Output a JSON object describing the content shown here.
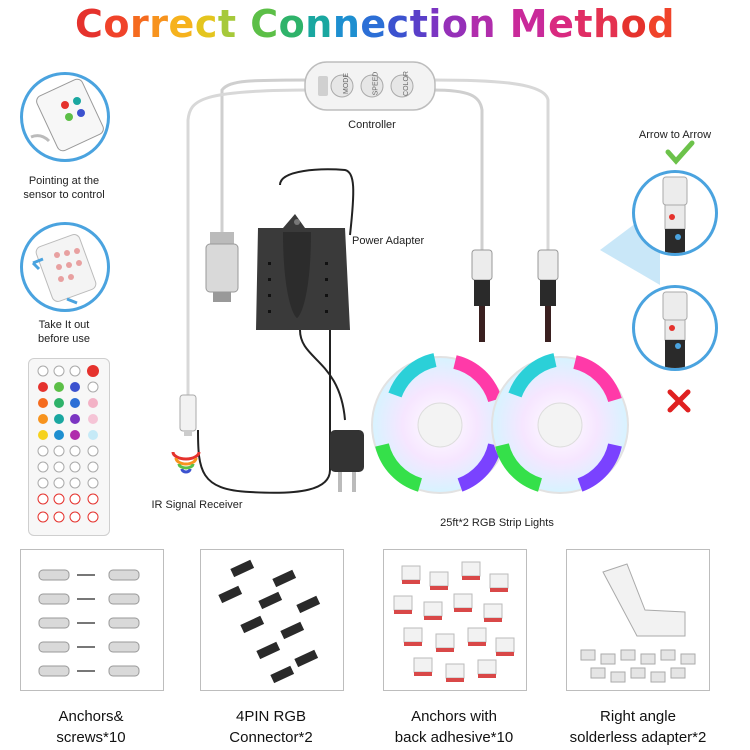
{
  "title": {
    "text": "Correct Connection Method",
    "colors": [
      "#e5322d",
      "#f0432a",
      "#f56b1f",
      "#f7931e",
      "#f6b21d",
      "#e4c51e",
      "#a6c93a",
      "#5cbf47",
      "#2fb36a",
      "#1aa7a0",
      "#1e8fd0",
      "#2c6fd6",
      "#3c52cf",
      "#5a3fc9",
      "#7b35c2",
      "#9530b8",
      "#b02dac",
      "#c92a9a",
      "#d92a80",
      "#e02d65",
      "#e43250",
      "#e5322d",
      "#f0432a",
      "#f56b1f",
      "#f7931e"
    ]
  },
  "labels": {
    "controller": "Controller",
    "power_adapter": "Power Adapter",
    "pointing": [
      "Pointing at the",
      "sensor to control"
    ],
    "take_out": [
      "Take It out",
      "before use"
    ],
    "ir_receiver": "IR Signal Receiver",
    "strip_lights": "25ft*2 RGB Strip Lights",
    "arrow_to_arrow": "Arrow to Arrow",
    "controller_buttons": [
      "MODE",
      "SPEED",
      "COLOR"
    ]
  },
  "accessories": [
    {
      "line1": "Anchors&",
      "line2": "screws*10"
    },
    {
      "line1": "4PIN RGB",
      "line2": "Connector*2"
    },
    {
      "line1": "Anchors with",
      "line2": "back adhesive*10"
    },
    {
      "line1": "Right angle",
      "line2": "solderless adapter*2"
    }
  ],
  "colors": {
    "accent_blue": "#4aa3df",
    "check_green": "#6cc24a",
    "cross_red": "#e02020",
    "adapter_dark": "#3a3a3a"
  }
}
